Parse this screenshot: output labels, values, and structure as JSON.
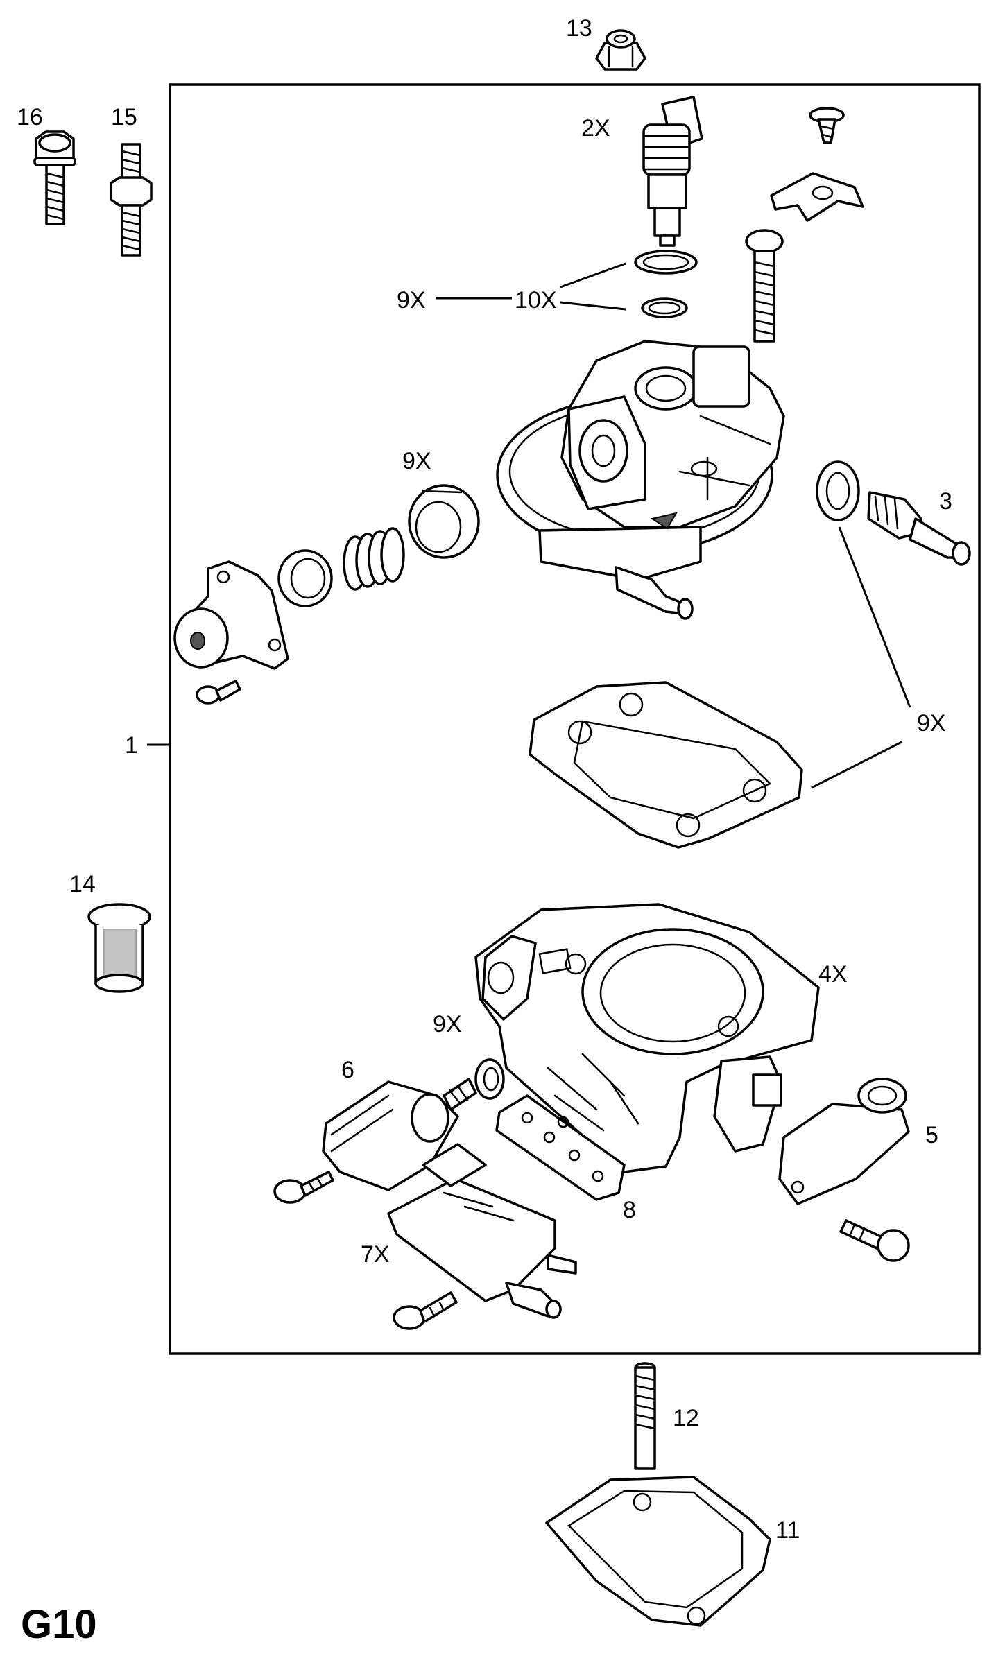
{
  "diagram_code": "G10",
  "labels": {
    "l1": "1",
    "l2x": "2X",
    "l3": "3",
    "l4x": "4X",
    "l5": "5",
    "l6": "6",
    "l7x": "7X",
    "l8": "8",
    "l9x_a": "9X",
    "l9x_b": "9X",
    "l9x_c": "9X",
    "l9x_d": "9X",
    "l10x": "10X",
    "l11": "11",
    "l12": "12",
    "l13": "13",
    "l14": "14",
    "l15": "15",
    "l16": "16"
  },
  "colors": {
    "ink": "#000000",
    "paper": "#ffffff"
  }
}
